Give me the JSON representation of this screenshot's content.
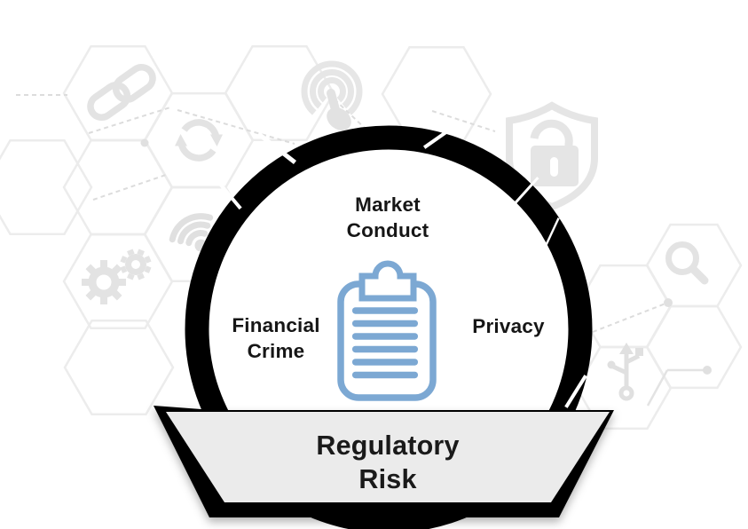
{
  "diagram": {
    "title": "Regulatory\nRisk",
    "nodes": [
      {
        "id": "market-conduct",
        "label": "Market\nConduct",
        "position": "top"
      },
      {
        "id": "financial-crime",
        "label": "Financial\nCrime",
        "position": "left"
      },
      {
        "id": "privacy",
        "label": "Privacy",
        "position": "right"
      }
    ],
    "center_icon": "clipboard-icon",
    "background_icons": [
      "chain-link-icon",
      "sync-icon",
      "touch-gesture-icon",
      "shield-lock-icon",
      "wifi-icon",
      "gears-icon",
      "search-icon",
      "usb-icon"
    ],
    "colors": {
      "clipboard_blue": "#7CA8D3",
      "ring_black": "#000000",
      "banner_fill": "#EBEBEB",
      "banner_outline": "#000000",
      "hexagon_line": "#ECECEC",
      "icon_gray": "#E3E3E3",
      "text": "#161616"
    }
  }
}
